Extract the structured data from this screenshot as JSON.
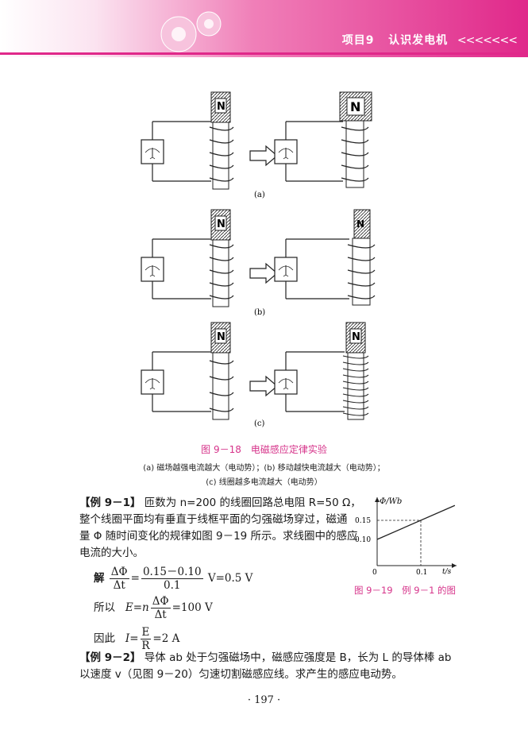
{
  "header": {
    "project": "项目9",
    "title": "认识发电机",
    "chevrons": "<<<<<<<"
  },
  "figure_9_18": {
    "label_a": "(a)",
    "label_b": "(b)",
    "label_c": "(c)",
    "magnet_letter": "N",
    "caption": "图 9－18　电磁感应定律实验",
    "sub1": "(a) 磁场越强电流越大（电动势）；(b) 移动越快电流越大（电动势）；",
    "sub2": "(c) 线圈越多电流越大（电动势）"
  },
  "example1": {
    "tag": "【例 9－1】",
    "line1": " 匝数为 n=200 的线圈回路总电阻 R=50 Ω，",
    "line2": "整个线圈平面均有垂直于线框平面的匀强磁场穿过，磁通",
    "line3": "量 Φ 随时间变化的规律如图 9－19 所示。求线圈中的感应",
    "line4": "电流的大小。",
    "sol_label": "解",
    "sol_num_lhs": "ΔΦ",
    "sol_den_lhs": "Δt",
    "sol_num": "0.15－0.10",
    "sol_den": "0.1",
    "sol_result": "V=0.5 V",
    "so_label": "所以",
    "so_lhs": "E=n",
    "so_num": "ΔΦ",
    "so_den": "Δt",
    "so_result": "=100 V",
    "therefore_label": "因此",
    "therefore_lhs": "I=",
    "therefore_num": "E",
    "therefore_den": "R",
    "therefore_result": "=2 A"
  },
  "graph_9_19": {
    "ylabel": "Φ/Wb",
    "xlabel": "t/s",
    "origin": "0",
    "ytick_1": "0.10",
    "ytick_2": "0.15",
    "xtick": "0.1",
    "caption": "图 9－19　例 9－1 的图"
  },
  "chart_data": {
    "type": "line",
    "x": [
      0,
      0.1
    ],
    "y": [
      0.1,
      0.15
    ],
    "xlabel": "t/s",
    "ylabel": "Φ/Wb"
  },
  "example2": {
    "tag": "【例 9－2】",
    "line1": " 导体 ab 处于匀强磁场中，磁感应强度是 B，长为 L 的导体棒 ab",
    "line2": "以速度 v（见图 9－20）匀速切割磁感应线。求产生的感应电动势。"
  },
  "page_number": "· 197 ·"
}
